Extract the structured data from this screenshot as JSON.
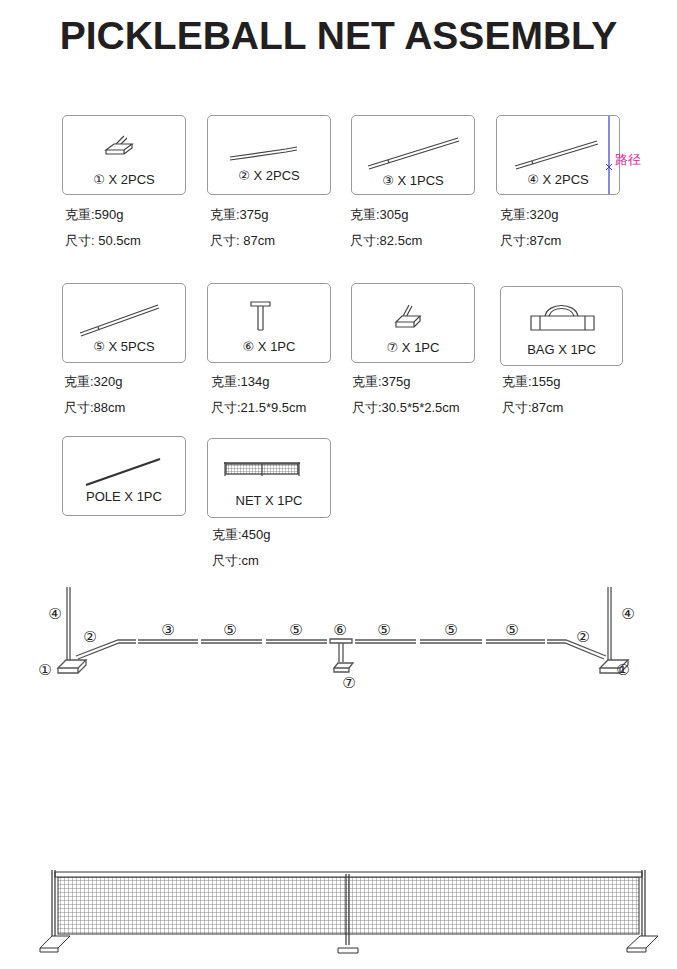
{
  "diagram": {
    "title": "PICKLEBALL NET ASSEMBLY",
    "nodes": [
      {
        "text": [
          "① X 2PCS"
        ]
      },
      {
        "text": [
          "② X 2PCS"
        ]
      },
      {
        "text": [
          "③ X 1PCS"
        ]
      },
      {
        "text": [
          "④ X 2PCS"
        ]
      },
      {
        "text": [
          "⑤ X 5PCS"
        ]
      },
      {
        "text": [
          "⑥ X 1PC"
        ]
      },
      {
        "text": [
          "⑦ X 1PC"
        ]
      },
      {
        "text": [
          "BAG X 1PC"
        ]
      },
      {
        "text": [
          "POLE X 1PC"
        ]
      },
      {
        "text": [
          "NET X 1PC"
        ]
      }
    ],
    "edges": [],
    "labels": [
      "克重:590g",
      "尺寸: 50.5cm",
      "克重:375g",
      "尺寸: 87cm",
      "克重:305g",
      "尺寸:82.5cm",
      "克重:320g",
      "尺寸:87cm",
      "克重:320g",
      "尺寸:88cm",
      "克重:134g",
      "尺寸:21.5*9.5cm",
      "克重:375g",
      "尺寸:30.5*5*2.5cm",
      "克重:155g",
      "尺寸:87cm",
      "克重:450g",
      "尺寸:cm",
      "路径",
      "④",
      "②",
      "③",
      "⑤",
      "⑤",
      "⑥",
      "⑤",
      "⑤",
      "⑤",
      "②",
      "④",
      "①",
      "⑦",
      "①"
    ]
  }
}
